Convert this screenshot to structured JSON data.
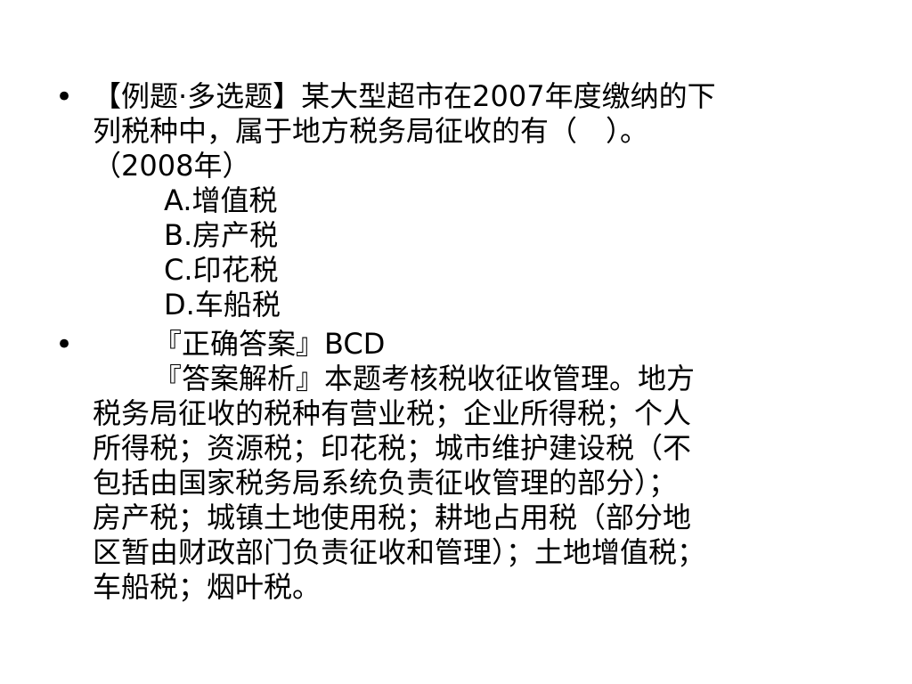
{
  "bullets": [
    "•",
    "•"
  ],
  "question": {
    "lines": [
      "【例题·多选题】某大型超市在2007年度缴纳的下",
      "列税种中，属于地方税务局征收的有（　）。",
      "（2008年）"
    ],
    "options": [
      {
        "label": "A.",
        "value": "增值税"
      },
      {
        "label": "B.",
        "value": "房产税"
      },
      {
        "label": "C.",
        "value": "印花税"
      },
      {
        "label": "D.",
        "value": "车船税"
      }
    ]
  },
  "answer": {
    "correct": "『正确答案』BCD",
    "analysis_lines": [
      "『答案解析』本题考核税收征收管理。地方",
      "税务局征收的税种有营业税；企业所得税；个人",
      "所得税；资源税；印花税；城市维护建设税（不",
      "包括由国家税务局系统负责征收管理的部分）；",
      "房产税；城镇土地使用税；耕地占用税（部分地",
      "区暂由财政部门负责征收和管理）；土地增值税；",
      "车船税；烟叶税。"
    ]
  }
}
